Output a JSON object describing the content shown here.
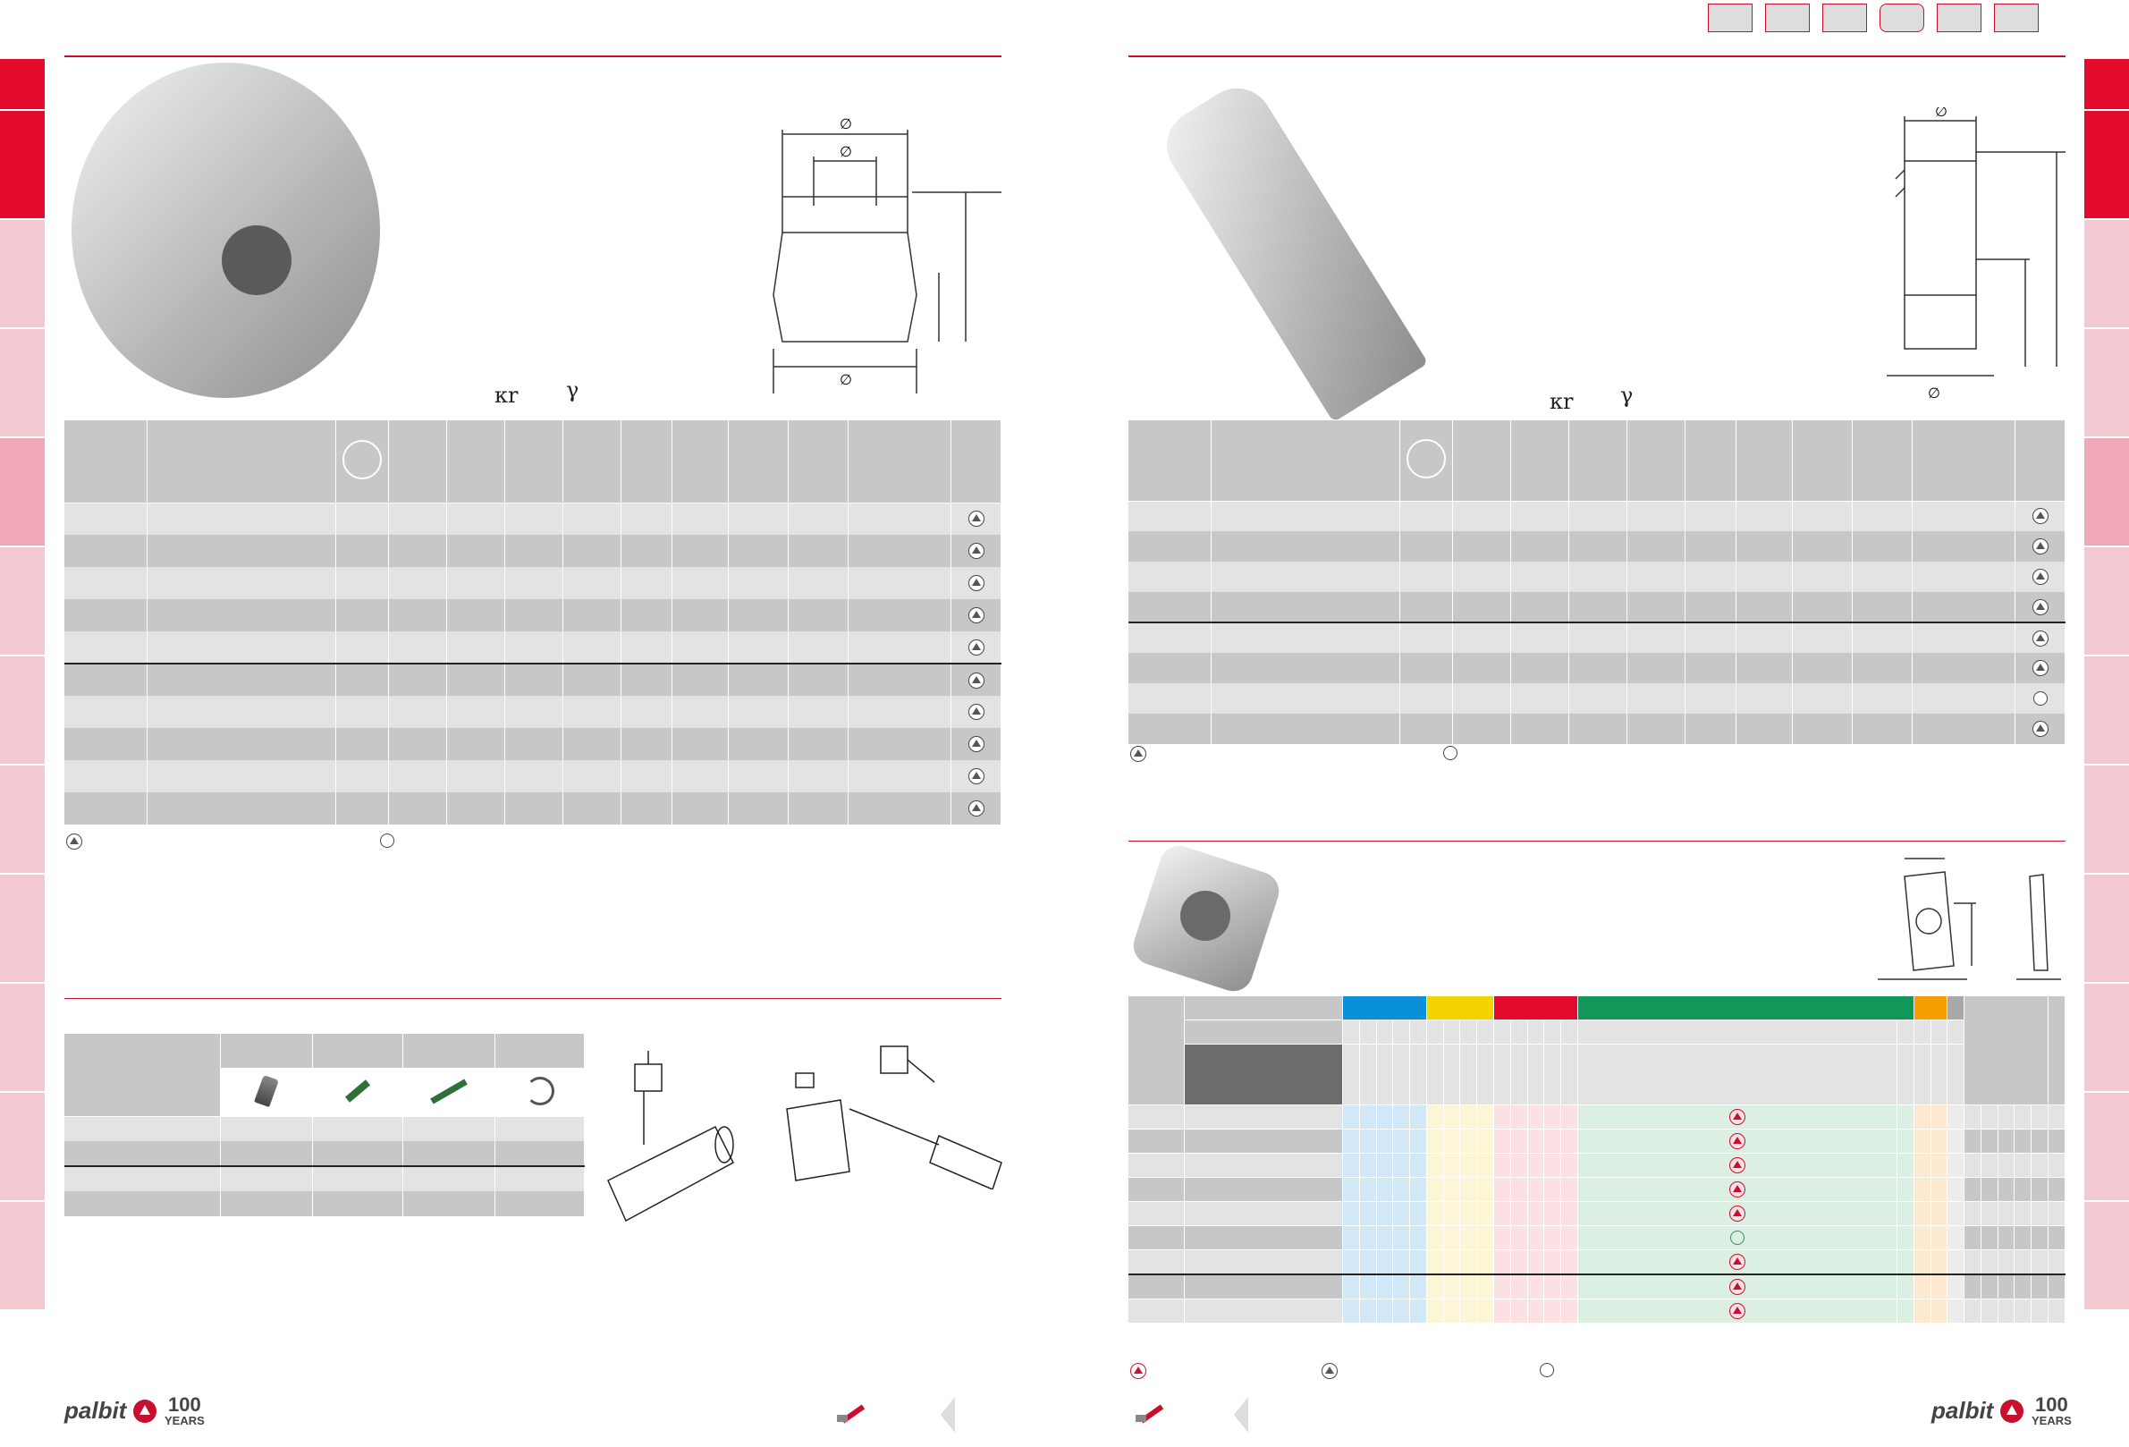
{
  "left_page": {
    "table_row_count": 10,
    "table_icon_column": "triangle-icon",
    "legend": {
      "symbol_1": "triangle-icon",
      "symbol_2": "circle-icon",
      "symbol_1_label": "",
      "symbol_2_label": ""
    },
    "angle_symbols": {
      "kappa": "κr",
      "gamma": "γ"
    },
    "spare_parts_icons": [
      "screw-icon",
      "torx-key-icon",
      "wrench-key-icon",
      "spring-ring-icon"
    ]
  },
  "right_page": {
    "table_row_count": 8,
    "table_row_marks": [
      "triangle-icon",
      "triangle-icon",
      "triangle-icon",
      "triangle-icon",
      "triangle-icon",
      "triangle-icon",
      "circle-icon",
      "triangle-icon"
    ],
    "angle_symbols": {
      "kappa": "κr",
      "gamma": "γ"
    },
    "insert_grade_header_colors": [
      "#0a90d8",
      "#f4d400",
      "#e30b2b",
      "#13965a",
      "#f5a000",
      "#a8a8a8"
    ],
    "insert_rows": 9,
    "insert_marks": [
      "triangle-red",
      "triangle-red",
      "triangle-red",
      "triangle-red",
      "triangle-red",
      "circle",
      "triangle-red",
      "triangle-red",
      "triangle-red"
    ],
    "legend": {
      "symbol_1": "triangle-red-icon",
      "symbol_2": "triangle-icon",
      "symbol_3": "circle-icon"
    }
  },
  "brand": {
    "name": "palbit",
    "anniversary_number": "100",
    "anniversary_word": "YEARS",
    "brand_color": "#c8102e"
  }
}
